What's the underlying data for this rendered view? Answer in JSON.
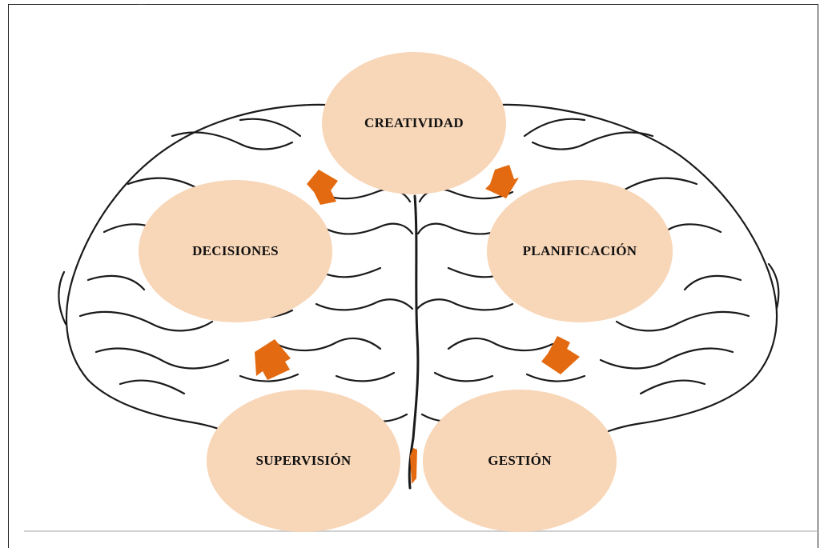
{
  "diagram": {
    "nodes": [
      {
        "id": "creatividad",
        "label": "CREATIVIDAD"
      },
      {
        "id": "planificacion",
        "label": "PLANIFICACIÓN"
      },
      {
        "id": "gestion",
        "label": "GESTIÓN"
      },
      {
        "id": "supervision",
        "label": "SUPERVISIÓN"
      },
      {
        "id": "decisiones",
        "label": "DECISIONES"
      }
    ],
    "edges": [
      {
        "from": "creatividad",
        "to": "planificacion"
      },
      {
        "from": "planificacion",
        "to": "gestion"
      },
      {
        "from": "gestion",
        "to": "supervision"
      },
      {
        "from": "supervision",
        "to": "decisiones"
      },
      {
        "from": "decisiones",
        "to": "creatividad"
      }
    ]
  },
  "colors": {
    "node_fill": "#f8d6b8",
    "arrow_fill": "#e36a10",
    "brain_stroke": "#1a1a1a"
  },
  "icons": {
    "background": "brain-outline-icon"
  }
}
